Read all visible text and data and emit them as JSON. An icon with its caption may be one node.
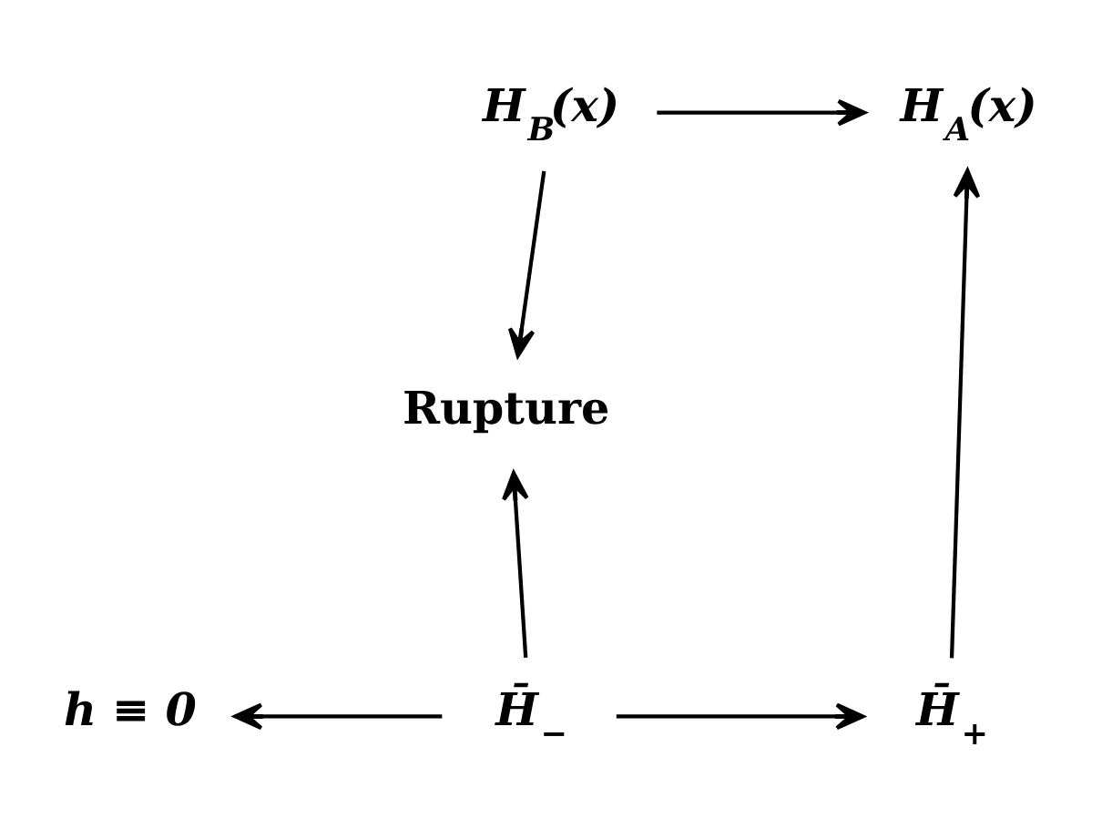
{
  "diagram": {
    "nodes": [
      {
        "text": [
          "H$_{B}$(x)"
        ]
      },
      {
        "text": [
          "H$_{A}$(x)"
        ]
      },
      {
        "text": [
          "Rupture"
        ]
      },
      {
        "text": [
          "h ≡ 0"
        ]
      },
      {
        "text": [
          "H̄$_{−}$"
        ]
      },
      {
        "text": [
          "H̄$_{+}$"
        ]
      }
    ],
    "edges": [
      {
        "from": 0,
        "to": 1,
        "arrow": "to"
      },
      {
        "from": 0,
        "to": 2,
        "arrow": "to"
      },
      {
        "from": 4,
        "to": 2,
        "arrow": "to"
      },
      {
        "from": 4,
        "to": 3,
        "arrow": "to"
      },
      {
        "from": 4,
        "to": 5,
        "arrow": "to"
      },
      {
        "from": 5,
        "to": 1,
        "arrow": "to"
      }
    ]
  }
}
